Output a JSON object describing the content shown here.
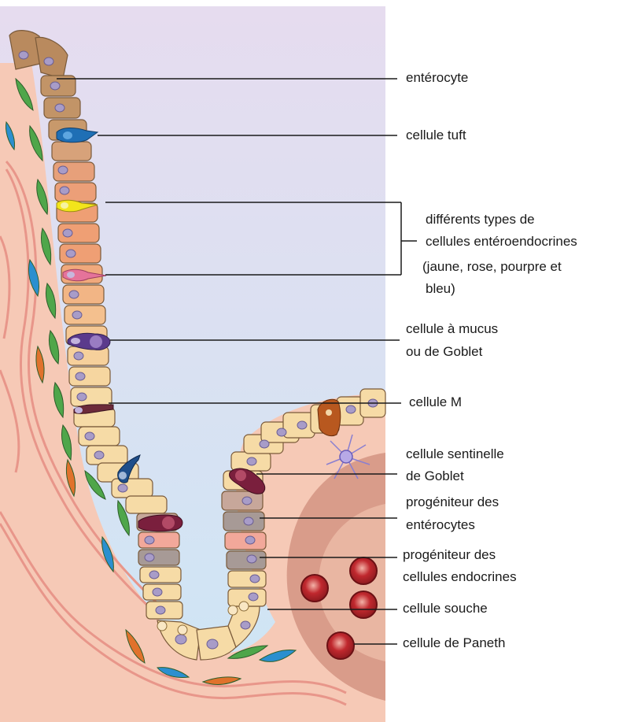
{
  "labels": {
    "enterocyte": "entérocyte",
    "tuft": "cellule tuft",
    "enteroendocrine_1": "différents types de",
    "enteroendocrine_2": "cellules entéroendocrines",
    "enteroendocrine_3": "(jaune, rose, pourpre et",
    "enteroendocrine_4": "bleu)",
    "goblet_1": "cellule  à mucus",
    "goblet_2": "ou de Goblet",
    "m_cell": "cellule M",
    "sentinel_1": "cellule sentinelle",
    "sentinel_2": "de Goblet",
    "entero_prog_1": "progéniteur des",
    "entero_prog_2": "entérocytes",
    "endo_prog_1": "progéniteur des",
    "endo_prog_2": "cellules endocrines",
    "stem": "cellule souche",
    "paneth": "cellule de Paneth"
  },
  "colors": {
    "lumen_top": "#e6dcef",
    "lumen_bottom": "#cde6f5",
    "stroma": "#f6c9b6",
    "enterocyte_brown": "#b98a5e",
    "enterocyte_orange": "#ef9f74",
    "enterocyte_cream": "#f6dba6",
    "nucleus": "#a89cc8",
    "tuft_blue": "#1f6fb5",
    "enteroendocrine_yellow": "#f3e51b",
    "enteroendocrine_pink": "#e5739a",
    "goblet_purple": "#5b3a8c",
    "m_cell": "#b8581f",
    "sentinel_red": "#7a1f3d",
    "paneth_red": "#c0282e",
    "fibroblast_green": "#4fa64a",
    "fibroblast_blue": "#2b8fcf",
    "fibroblast_orange": "#e0722c",
    "capillary_pink": "#f0a18e",
    "peyer": "#d99c8a"
  }
}
